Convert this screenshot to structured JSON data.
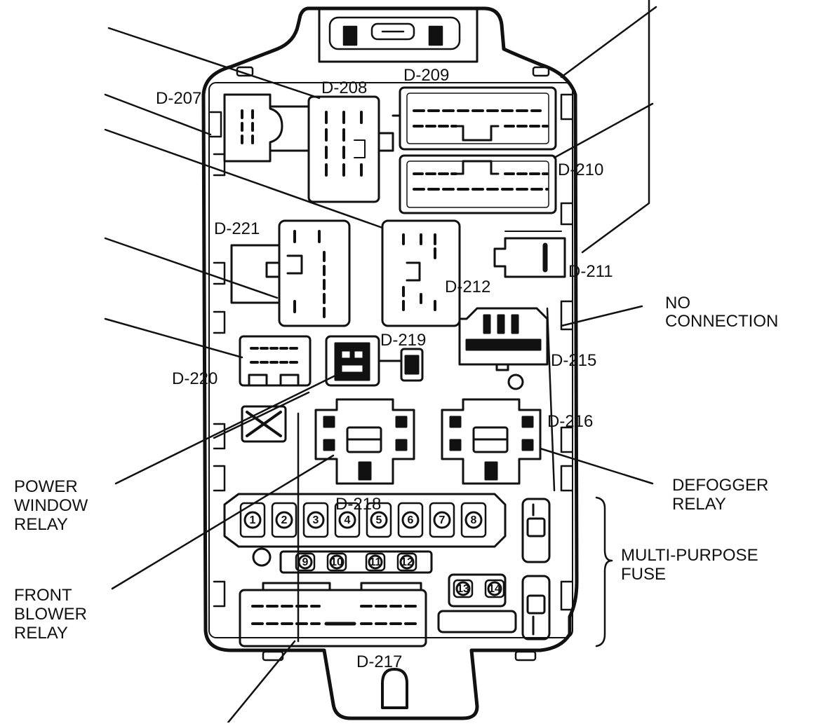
{
  "diagram": {
    "connectors": {
      "d207": "D-207",
      "d208": "D-208",
      "d209": "D-209",
      "d210": "D-210",
      "d211": "D-211",
      "d212": "D-212",
      "d215": "D-215",
      "d216": "D-216",
      "d217": "D-217",
      "d218": "D-218",
      "d219": "D-219",
      "d220": "D-220",
      "d221": "D-221"
    },
    "callouts": {
      "no_connection": [
        "NO",
        "CONNECTION"
      ],
      "power_window_relay": [
        "POWER",
        "WINDOW",
        "RELAY"
      ],
      "front_blower_relay": [
        "FRONT",
        "BLOWER",
        "RELAY"
      ],
      "defogger_relay": [
        "DEFOGGER",
        "RELAY"
      ],
      "multi_purpose_fuse": [
        "MULTI-PURPOSE",
        "FUSE"
      ]
    },
    "fuse_numbers": [
      "1",
      "2",
      "3",
      "4",
      "5",
      "6",
      "7",
      "8"
    ],
    "small_fuse_numbers": [
      "9",
      "10",
      "11",
      "12",
      "13",
      "14"
    ]
  }
}
